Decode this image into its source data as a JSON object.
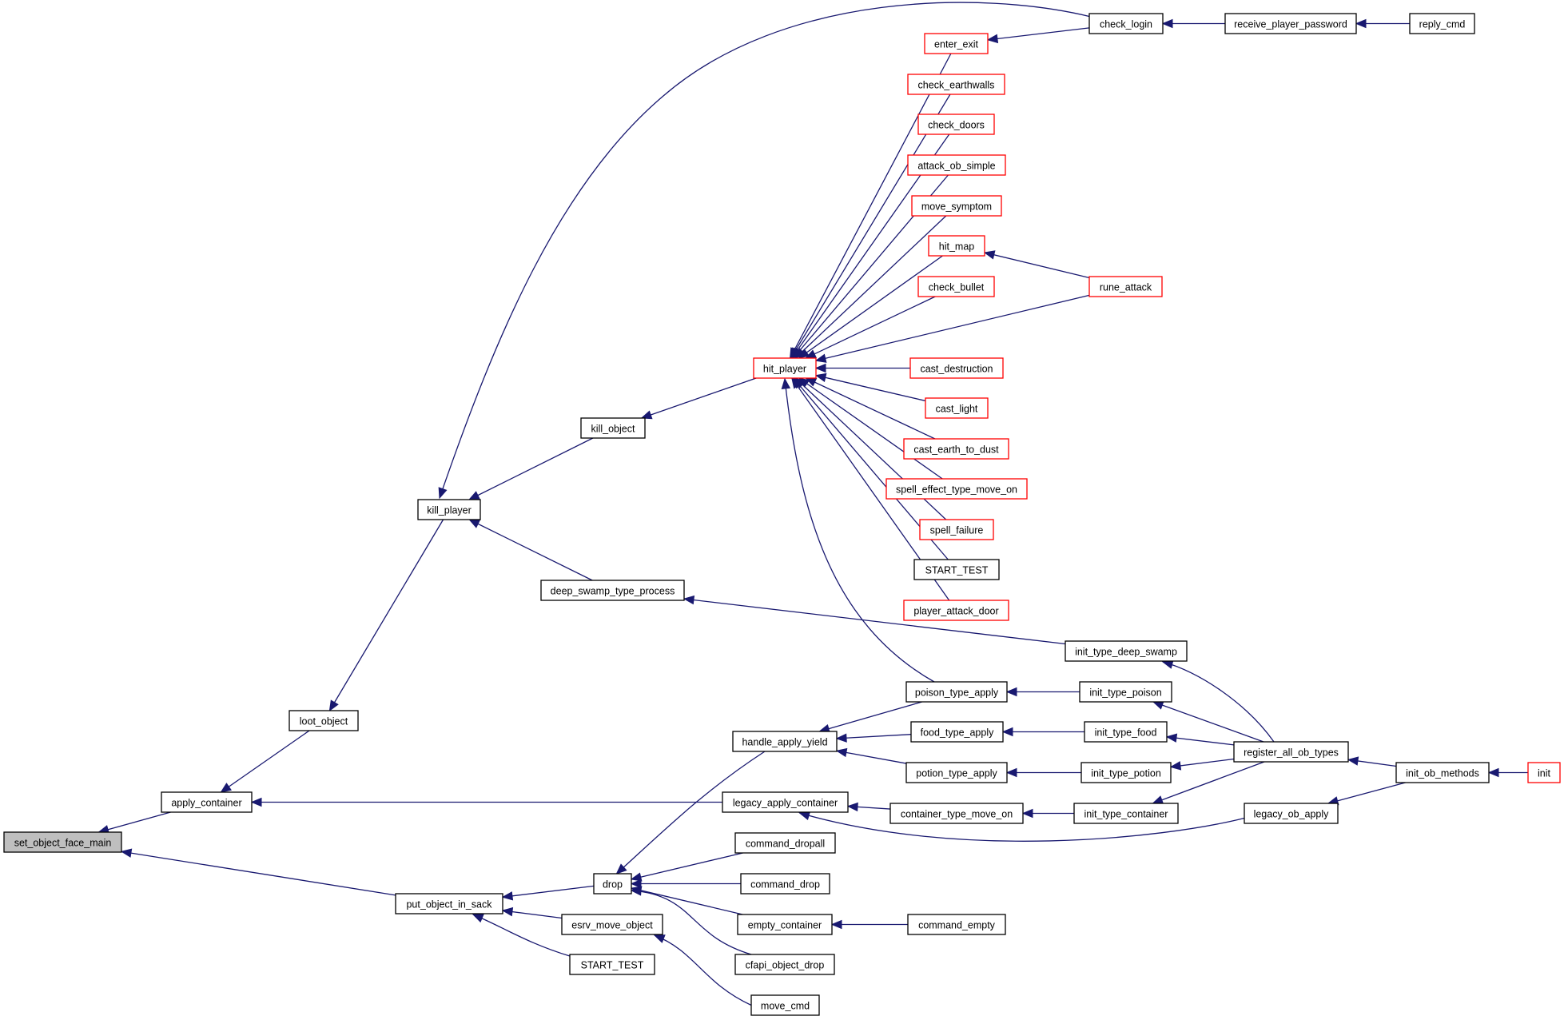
{
  "diagram": {
    "type": "caller-graph",
    "root": "set_object_face_main",
    "colors": {
      "edge": "#191970",
      "node_border": "#000000",
      "truncated_border": "#ff0000",
      "root_fill": "#bfbfbf",
      "node_fill": "#ffffff"
    },
    "nodes": [
      {
        "id": "set_object_face_main",
        "label": "set_object_face_main",
        "style": "root"
      },
      {
        "id": "apply_container",
        "label": "apply_container",
        "style": "normal"
      },
      {
        "id": "put_object_in_sack",
        "label": "put_object_in_sack",
        "style": "normal"
      },
      {
        "id": "loot_object",
        "label": "loot_object",
        "style": "normal"
      },
      {
        "id": "kill_player",
        "label": "kill_player",
        "style": "normal"
      },
      {
        "id": "kill_object",
        "label": "kill_object",
        "style": "normal"
      },
      {
        "id": "deep_swamp_type_process",
        "label": "deep_swamp_type_process",
        "style": "normal"
      },
      {
        "id": "hit_player",
        "label": "hit_player",
        "style": "red"
      },
      {
        "id": "check_login",
        "label": "check_login",
        "style": "normal"
      },
      {
        "id": "receive_player_password",
        "label": "receive_player_password",
        "style": "normal"
      },
      {
        "id": "reply_cmd",
        "label": "reply_cmd",
        "style": "normal"
      },
      {
        "id": "enter_exit",
        "label": "enter_exit",
        "style": "red"
      },
      {
        "id": "check_earthwalls",
        "label": "check_earthwalls",
        "style": "red"
      },
      {
        "id": "check_doors",
        "label": "check_doors",
        "style": "red"
      },
      {
        "id": "attack_ob_simple",
        "label": "attack_ob_simple",
        "style": "red"
      },
      {
        "id": "move_symptom",
        "label": "move_symptom",
        "style": "red"
      },
      {
        "id": "hit_map",
        "label": "hit_map",
        "style": "red"
      },
      {
        "id": "check_bullet",
        "label": "check_bullet",
        "style": "red"
      },
      {
        "id": "rune_attack",
        "label": "rune_attack",
        "style": "red"
      },
      {
        "id": "cast_destruction",
        "label": "cast_destruction",
        "style": "red"
      },
      {
        "id": "cast_light",
        "label": "cast_light",
        "style": "red"
      },
      {
        "id": "cast_earth_to_dust",
        "label": "cast_earth_to_dust",
        "style": "red"
      },
      {
        "id": "spell_effect_type_move_on",
        "label": "spell_effect_type_move_on",
        "style": "red"
      },
      {
        "id": "spell_failure",
        "label": "spell_failure",
        "style": "red"
      },
      {
        "id": "start_test_1",
        "label": "START_TEST",
        "style": "normal"
      },
      {
        "id": "player_attack_door",
        "label": "player_attack_door",
        "style": "red"
      },
      {
        "id": "init_type_deep_swamp",
        "label": "init_type_deep_swamp",
        "style": "normal"
      },
      {
        "id": "poison_type_apply",
        "label": "poison_type_apply",
        "style": "normal"
      },
      {
        "id": "init_type_poison",
        "label": "init_type_poison",
        "style": "normal"
      },
      {
        "id": "food_type_apply",
        "label": "food_type_apply",
        "style": "normal"
      },
      {
        "id": "init_type_food",
        "label": "init_type_food",
        "style": "normal"
      },
      {
        "id": "potion_type_apply",
        "label": "potion_type_apply",
        "style": "normal"
      },
      {
        "id": "init_type_potion",
        "label": "init_type_potion",
        "style": "normal"
      },
      {
        "id": "container_type_move_on",
        "label": "container_type_move_on",
        "style": "normal"
      },
      {
        "id": "init_type_container",
        "label": "init_type_container",
        "style": "normal"
      },
      {
        "id": "register_all_ob_types",
        "label": "register_all_ob_types",
        "style": "normal"
      },
      {
        "id": "init_ob_methods",
        "label": "init_ob_methods",
        "style": "normal"
      },
      {
        "id": "init",
        "label": "init",
        "style": "red"
      },
      {
        "id": "legacy_ob_apply",
        "label": "legacy_ob_apply",
        "style": "normal"
      },
      {
        "id": "handle_apply_yield",
        "label": "handle_apply_yield",
        "style": "normal"
      },
      {
        "id": "legacy_apply_container",
        "label": "legacy_apply_container",
        "style": "normal"
      },
      {
        "id": "command_dropall",
        "label": "command_dropall",
        "style": "normal"
      },
      {
        "id": "drop",
        "label": "drop",
        "style": "normal"
      },
      {
        "id": "command_drop",
        "label": "command_drop",
        "style": "normal"
      },
      {
        "id": "empty_container",
        "label": "empty_container",
        "style": "normal"
      },
      {
        "id": "command_empty",
        "label": "command_empty",
        "style": "normal"
      },
      {
        "id": "cfapi_object_drop",
        "label": "cfapi_object_drop",
        "style": "normal"
      },
      {
        "id": "esrv_move_object",
        "label": "esrv_move_object",
        "style": "normal"
      },
      {
        "id": "start_test_2",
        "label": "START_TEST",
        "style": "normal"
      },
      {
        "id": "move_cmd",
        "label": "move_cmd",
        "style": "normal"
      }
    ],
    "edges": [
      {
        "from": "apply_container",
        "to": "set_object_face_main"
      },
      {
        "from": "put_object_in_sack",
        "to": "set_object_face_main"
      },
      {
        "from": "loot_object",
        "to": "apply_container"
      },
      {
        "from": "legacy_apply_container",
        "to": "apply_container"
      },
      {
        "from": "kill_player",
        "to": "loot_object"
      },
      {
        "from": "check_login",
        "to": "kill_player"
      },
      {
        "from": "kill_object",
        "to": "kill_player"
      },
      {
        "from": "deep_swamp_type_process",
        "to": "kill_player"
      },
      {
        "from": "hit_player",
        "to": "kill_object"
      },
      {
        "from": "enter_exit",
        "to": "hit_player"
      },
      {
        "from": "check_earthwalls",
        "to": "hit_player"
      },
      {
        "from": "check_doors",
        "to": "hit_player"
      },
      {
        "from": "attack_ob_simple",
        "to": "hit_player"
      },
      {
        "from": "move_symptom",
        "to": "hit_player"
      },
      {
        "from": "hit_map",
        "to": "hit_player"
      },
      {
        "from": "check_bullet",
        "to": "hit_player"
      },
      {
        "from": "rune_attack",
        "to": "hit_player"
      },
      {
        "from": "cast_destruction",
        "to": "hit_player"
      },
      {
        "from": "cast_light",
        "to": "hit_player"
      },
      {
        "from": "cast_earth_to_dust",
        "to": "hit_player"
      },
      {
        "from": "spell_effect_type_move_on",
        "to": "hit_player"
      },
      {
        "from": "spell_failure",
        "to": "hit_player"
      },
      {
        "from": "start_test_1",
        "to": "hit_player"
      },
      {
        "from": "player_attack_door",
        "to": "hit_player"
      },
      {
        "from": "poison_type_apply",
        "to": "hit_player"
      },
      {
        "from": "check_login",
        "to": "enter_exit"
      },
      {
        "from": "receive_player_password",
        "to": "check_login"
      },
      {
        "from": "reply_cmd",
        "to": "receive_player_password"
      },
      {
        "from": "rune_attack",
        "to": "hit_map"
      },
      {
        "from": "init_type_deep_swamp",
        "to": "deep_swamp_type_process"
      },
      {
        "from": "register_all_ob_types",
        "to": "init_type_deep_swamp"
      },
      {
        "from": "register_all_ob_types",
        "to": "init_type_poison"
      },
      {
        "from": "register_all_ob_types",
        "to": "init_type_food"
      },
      {
        "from": "register_all_ob_types",
        "to": "init_type_potion"
      },
      {
        "from": "register_all_ob_types",
        "to": "init_type_container"
      },
      {
        "from": "init_type_poison",
        "to": "poison_type_apply"
      },
      {
        "from": "init_type_food",
        "to": "food_type_apply"
      },
      {
        "from": "init_type_potion",
        "to": "potion_type_apply"
      },
      {
        "from": "init_type_container",
        "to": "container_type_move_on"
      },
      {
        "from": "poison_type_apply",
        "to": "handle_apply_yield"
      },
      {
        "from": "food_type_apply",
        "to": "handle_apply_yield"
      },
      {
        "from": "potion_type_apply",
        "to": "handle_apply_yield"
      },
      {
        "from": "container_type_move_on",
        "to": "legacy_apply_container"
      },
      {
        "from": "legacy_ob_apply",
        "to": "legacy_apply_container"
      },
      {
        "from": "init_ob_methods",
        "to": "register_all_ob_types"
      },
      {
        "from": "init_ob_methods",
        "to": "legacy_ob_apply"
      },
      {
        "from": "init",
        "to": "init_ob_methods"
      },
      {
        "from": "handle_apply_yield",
        "to": "drop"
      },
      {
        "from": "command_dropall",
        "to": "drop"
      },
      {
        "from": "command_drop",
        "to": "drop"
      },
      {
        "from": "empty_container",
        "to": "drop"
      },
      {
        "from": "cfapi_object_drop",
        "to": "drop"
      },
      {
        "from": "command_empty",
        "to": "empty_container"
      },
      {
        "from": "drop",
        "to": "put_object_in_sack"
      },
      {
        "from": "esrv_move_object",
        "to": "put_object_in_sack"
      },
      {
        "from": "start_test_2",
        "to": "put_object_in_sack"
      },
      {
        "from": "move_cmd",
        "to": "esrv_move_object"
      }
    ]
  }
}
